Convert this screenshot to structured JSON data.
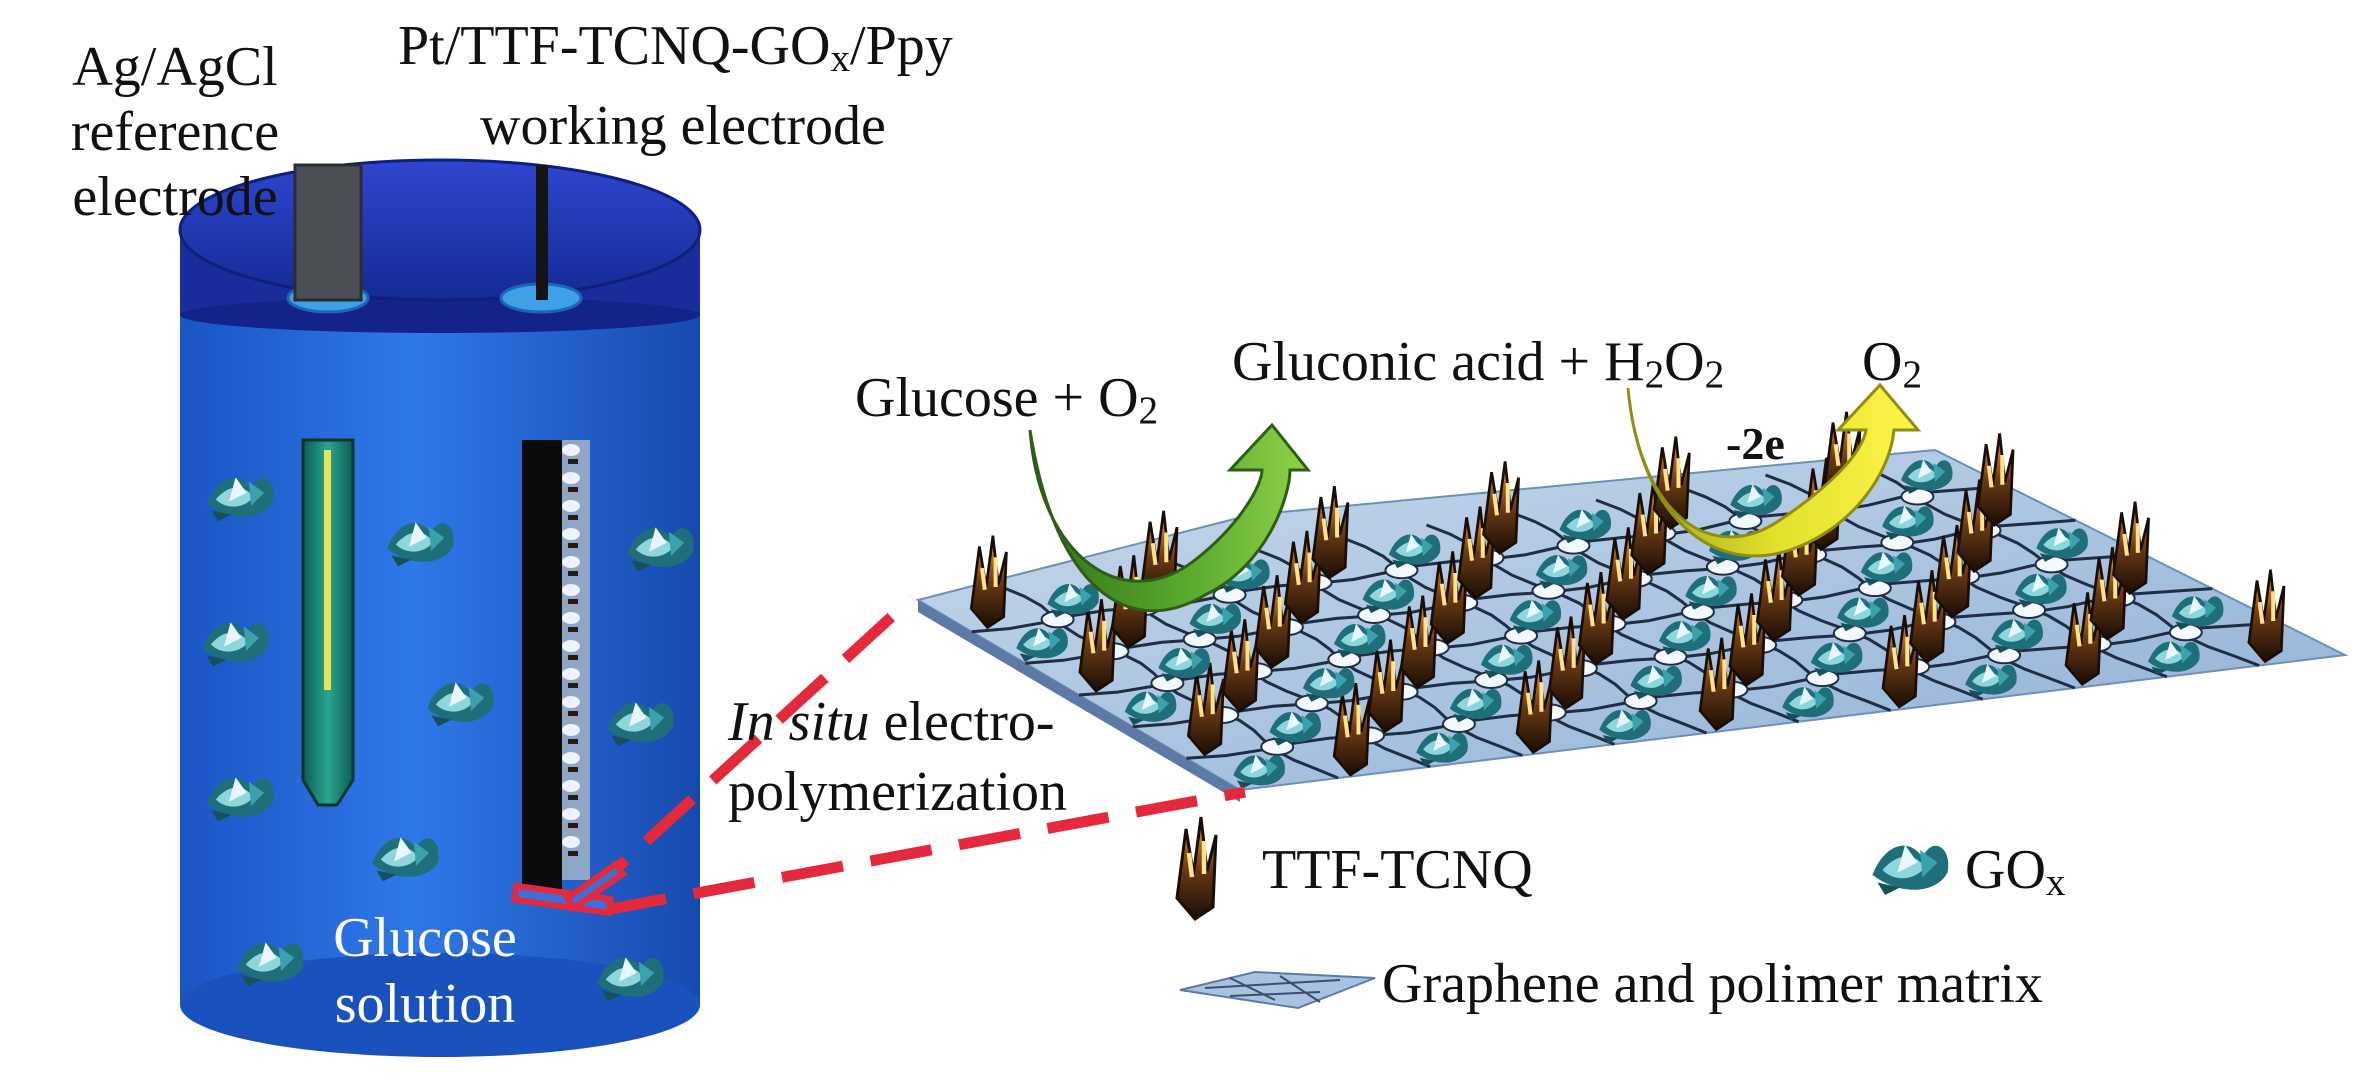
{
  "labels": {
    "ref_line1": "Ag/AgCl",
    "ref_line2": "reference",
    "ref_line3": "electrode",
    "work_line1_pre": "Pt/TTF-TCNQ-GO",
    "work_line1_sub": "x",
    "work_line1_post": "/Ppy",
    "work_line2": "working electrode",
    "glucose_line1": "Glucose",
    "glucose_line2": "solution",
    "insitu_italic": "In situ",
    "insitu_rest": " electro-",
    "insitu_line2": "polymerization",
    "reaction_left_pre": "Glucose + O",
    "reaction_left_sub": "2",
    "reaction_mid_pre": "Gluconic acid + H",
    "reaction_mid_sub1": "2",
    "reaction_mid_mid": "O",
    "reaction_mid_sub2": "2",
    "reaction_right_pre": "O",
    "reaction_right_sub": "2",
    "electrons": "-2e"
  },
  "legend": {
    "ttf": "TTF-TCNQ",
    "gox_pre": "GO",
    "gox_sub": "x",
    "matrix": "Graphene and polimer matrix"
  },
  "colors": {
    "beaker": "#1e5fd0",
    "lid": "#1c2fa8",
    "dash": "#e3293b",
    "arrow_green": "#5aa62e",
    "arrow_yellow": "#e8e82a",
    "sheet": "#a9c2df"
  }
}
